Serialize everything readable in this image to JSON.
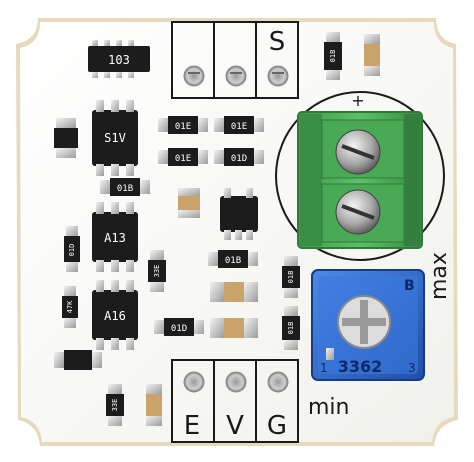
{
  "board": {
    "pin_top": "S",
    "pins_bottom": [
      "E",
      "V",
      "G"
    ],
    "min_label": "min",
    "max_label": "max",
    "plus_label": "+"
  },
  "chips": {
    "resistor_array_top": "103",
    "sot_top": "S1V",
    "sot_mid": "A13",
    "sot_low": "A16",
    "r_01e_a": "01E",
    "r_01e_b": "01E",
    "r_01e_c": "01E",
    "r_01d": "01D",
    "r_01b_top": "01B",
    "r_01b_mid": "01B",
    "r_01d_left": "01D",
    "r_01b_low": "01B",
    "r_01d_low": "01D",
    "r_01b_right": "01B",
    "r_01b_pot": "01B",
    "r_33e_a": "33E",
    "r_33e_b": "33E",
    "r_47k": "47K"
  },
  "potentiometer": {
    "model": "3362",
    "pin1": "1",
    "pin3": "3",
    "brand_mark": "B"
  },
  "colors": {
    "pcb": "#fbfbf8",
    "pcb_edge": "#e8ddc6",
    "terminal": "#4fae5a",
    "terminal_dark": "#2f7a3a",
    "pot_blue": "#2f6fd6",
    "pot_blue_dark": "#1f4fa8",
    "chip_black": "#1c1c1c",
    "pad_silver": "#c9c9c9",
    "cap_tan": "#c9a36a"
  }
}
